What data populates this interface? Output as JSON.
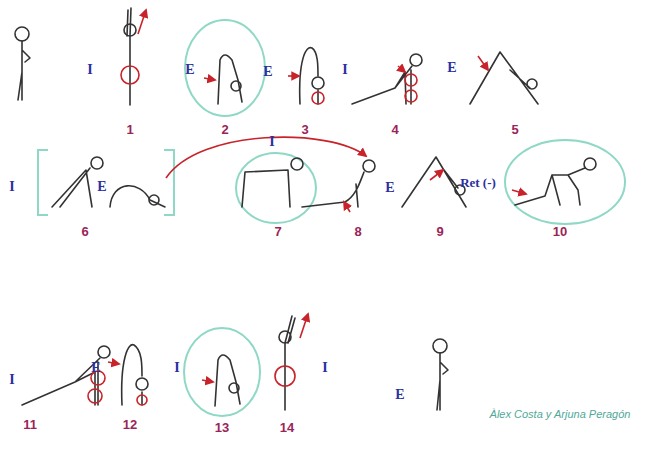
{
  "diagram": {
    "labels": [
      "I",
      "1",
      "E",
      "2",
      "E",
      "3",
      "I",
      "4",
      "E",
      "5",
      "I",
      "E",
      "6",
      "I",
      "7",
      "8",
      "E",
      "9",
      "Ret (-)",
      "10",
      "I",
      "11",
      "E",
      "12",
      "I",
      "13",
      "14",
      "I",
      "E",
      "Àlex Costa y Arjuna Peragón"
    ]
  }
}
